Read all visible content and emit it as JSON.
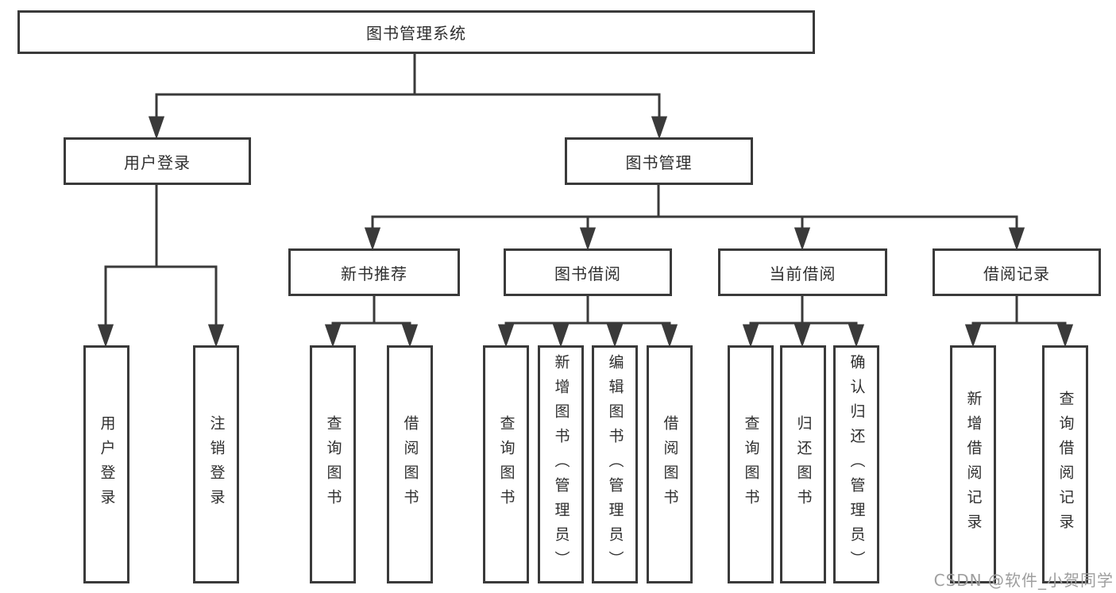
{
  "diagram": {
    "root": {
      "label": "图书管理系统"
    },
    "level2": [
      {
        "label": "用户登录"
      },
      {
        "label": "图书管理"
      }
    ],
    "level3": [
      {
        "label": "新书推荐"
      },
      {
        "label": "图书借阅"
      },
      {
        "label": "当前借阅"
      },
      {
        "label": "借阅记录"
      }
    ],
    "leaves": [
      {
        "label": "用户登录"
      },
      {
        "label": "注销登录"
      },
      {
        "label": "查询图书"
      },
      {
        "label": "借阅图书"
      },
      {
        "label": "查询图书"
      },
      {
        "label": "新增图书（管理员）"
      },
      {
        "label": "编辑图书（管理员）"
      },
      {
        "label": "借阅图书"
      },
      {
        "label": "查询图书"
      },
      {
        "label": "归还图书"
      },
      {
        "label": "确认归还（管理员）"
      },
      {
        "label": "新增借阅记录"
      },
      {
        "label": "查询借阅记录"
      }
    ]
  },
  "watermark": {
    "text": "CSDN @软件_小贺同学"
  },
  "colors": {
    "line": "#3a3a3a",
    "box_border": "#3a3a3a",
    "text": "#2f2f2f",
    "watermark": "#9e9e9e",
    "background": "#ffffff"
  }
}
